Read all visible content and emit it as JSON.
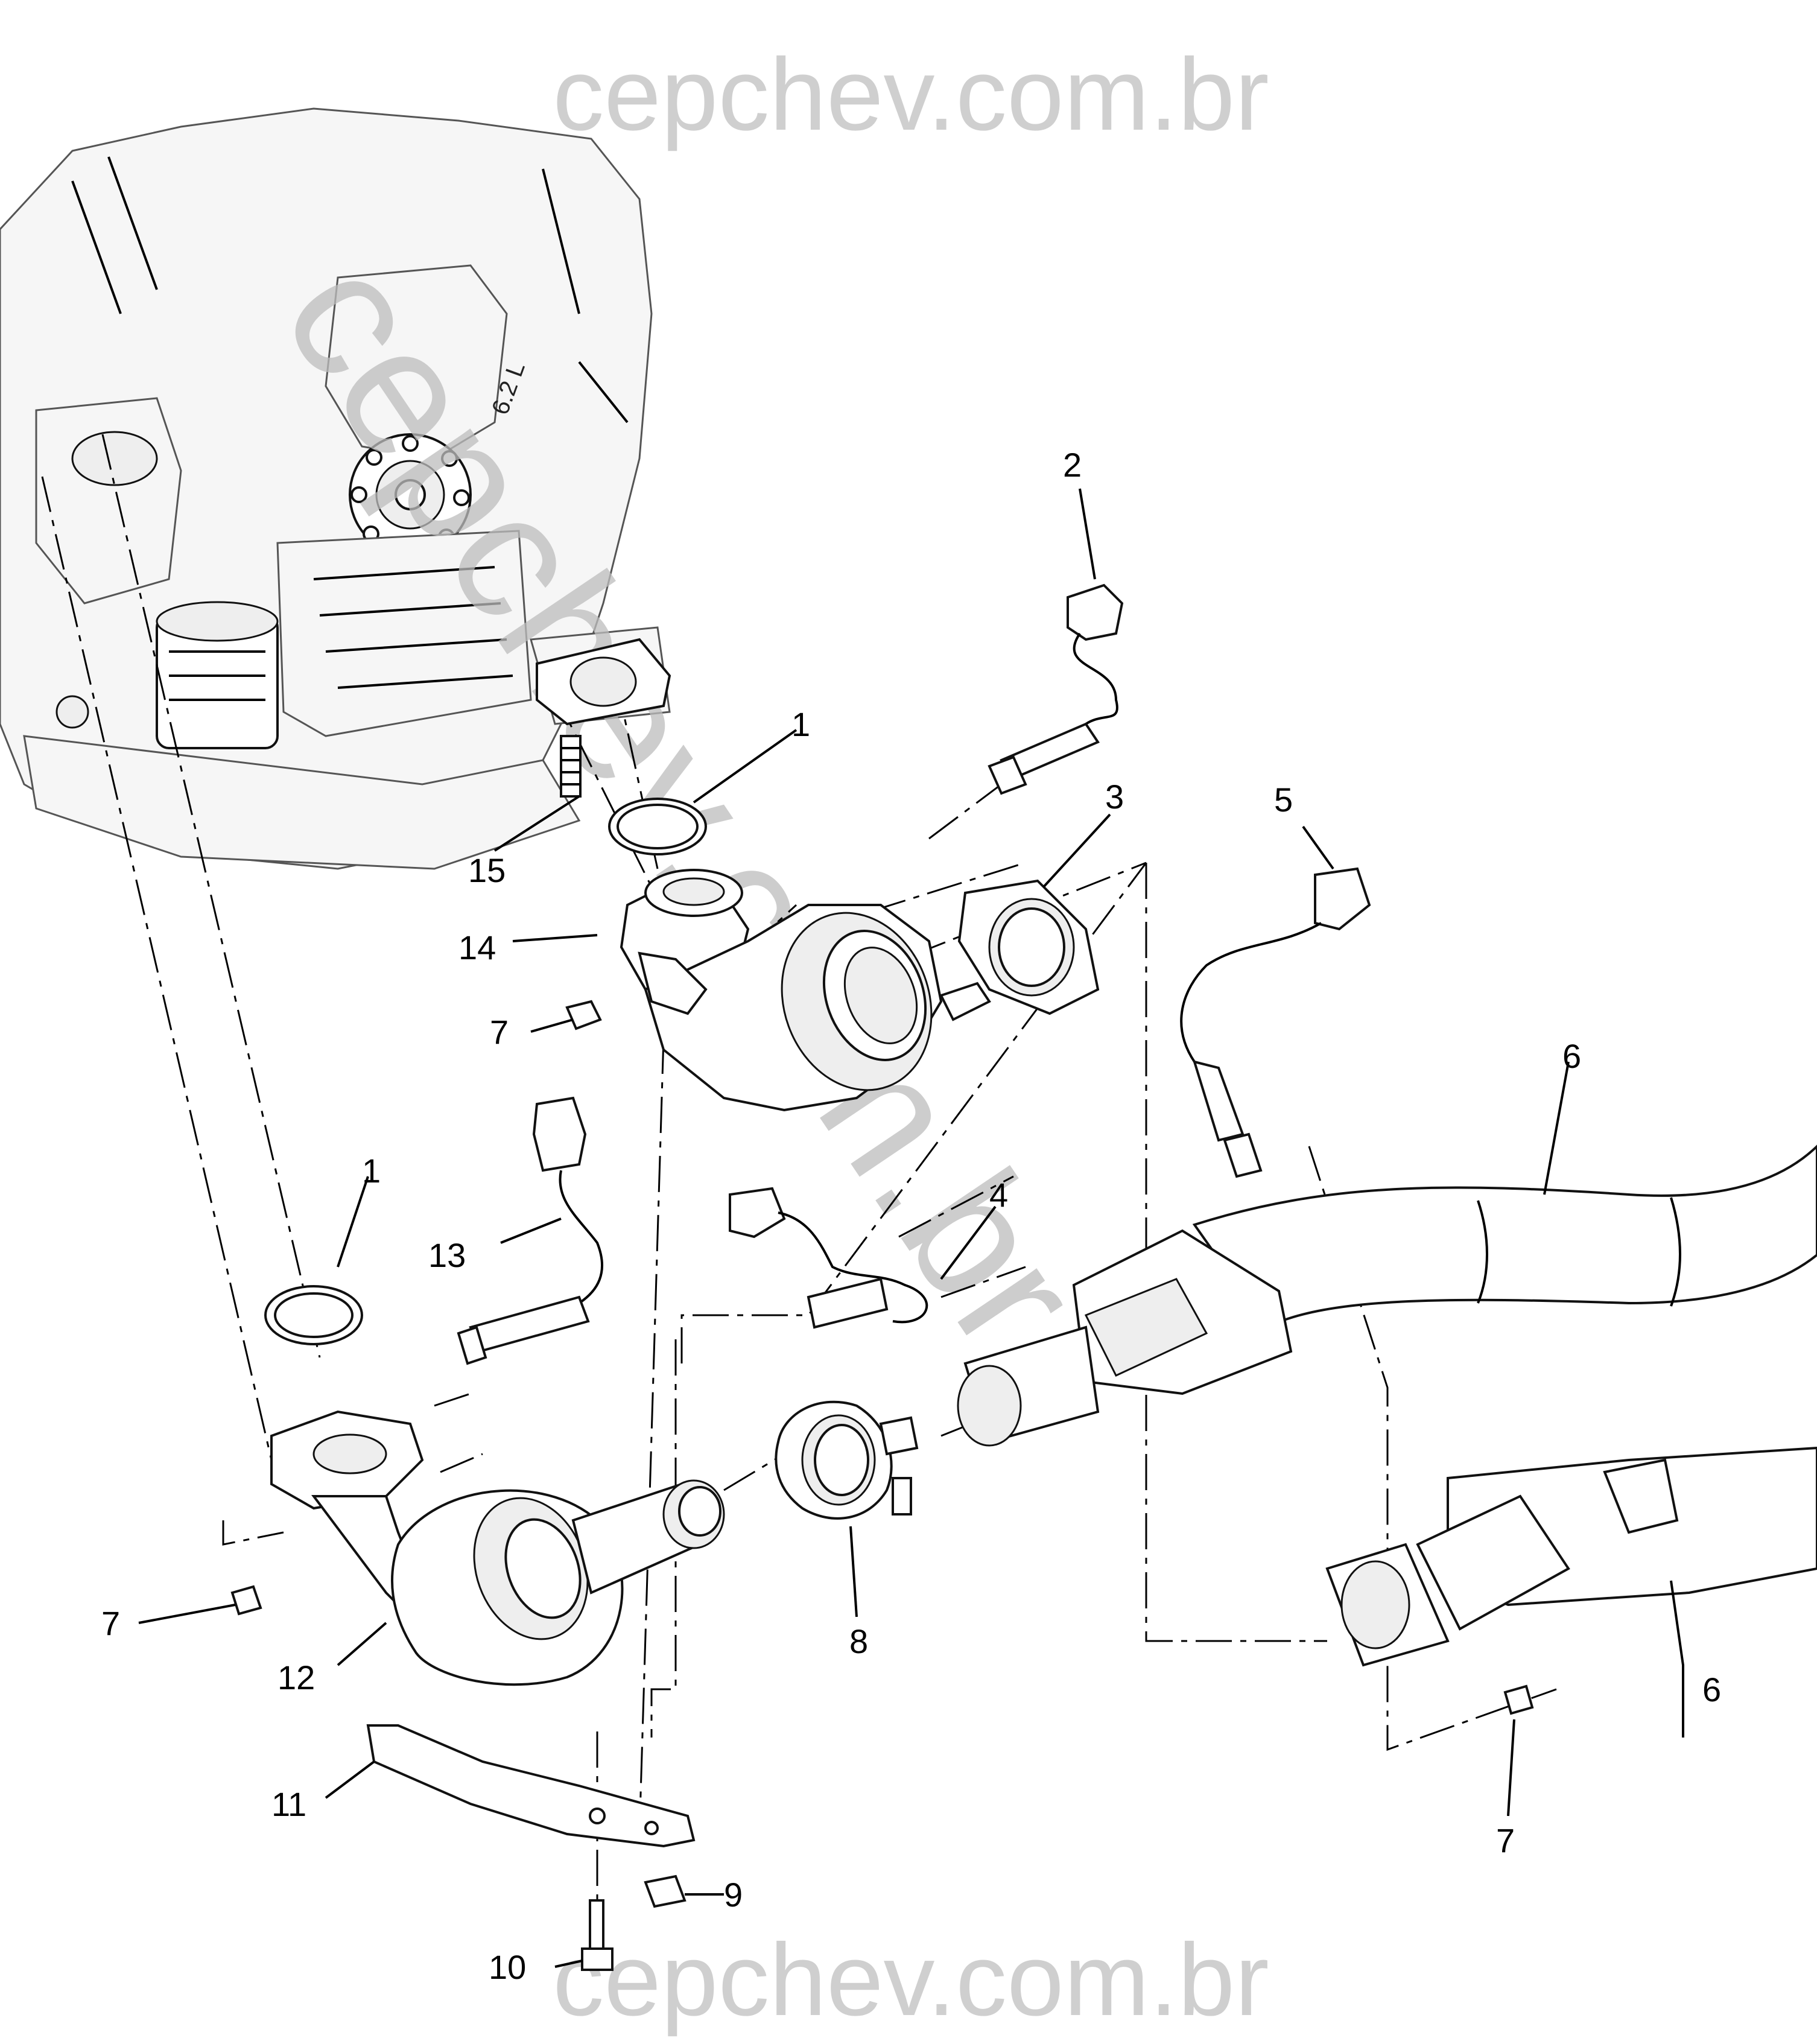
{
  "watermark": {
    "top_text": "cepchev.com.br",
    "bottom_text": "cepchev.com.br",
    "diagonal_text": "cepchev.com.br"
  },
  "callouts": {
    "c1a": "1",
    "c1b": "1",
    "c2": "2",
    "c3": "3",
    "c4": "4",
    "c5": "5",
    "c6a": "6",
    "c6b": "6",
    "c7a": "7",
    "c7b": "7",
    "c7c": "7",
    "c8": "8",
    "c9": "9",
    "c10": "10",
    "c11": "11",
    "c12": "12",
    "c13": "13",
    "c14": "14",
    "c15": "15"
  },
  "engine_label": "6.2 L"
}
